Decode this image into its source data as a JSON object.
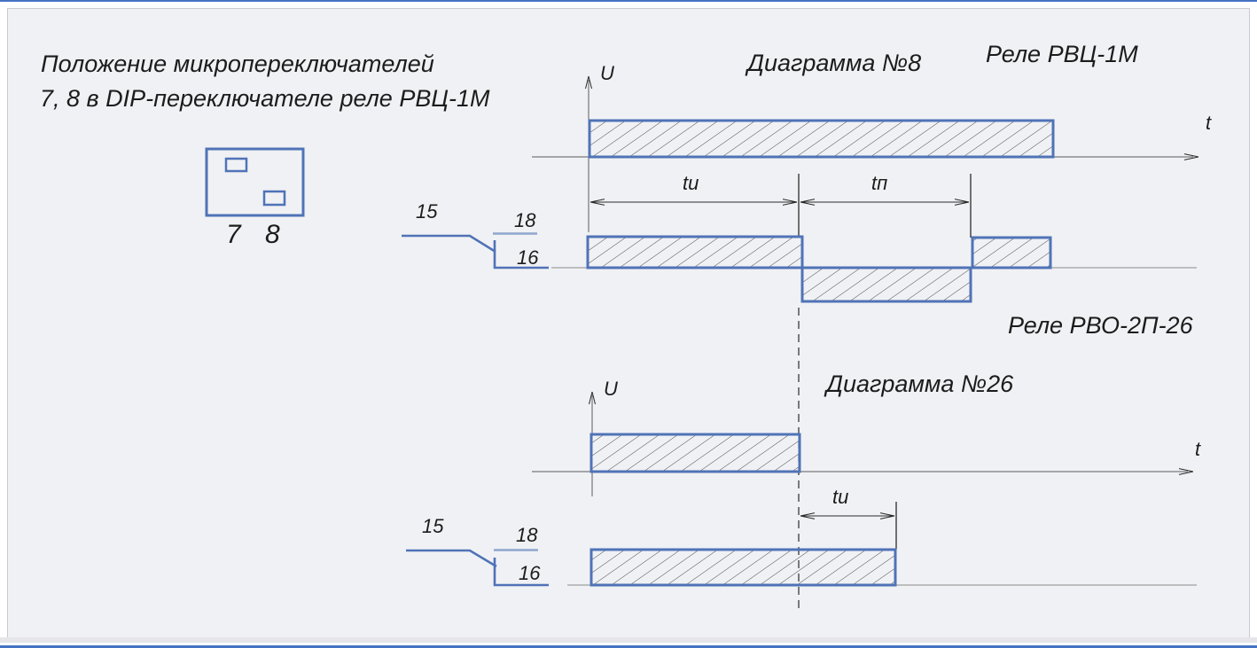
{
  "colors": {
    "accent_blue": "#4f73b7",
    "light_blue": "#8fa6cf",
    "canvas_bg": "#f0f1f4",
    "frame_blue": "#4573c4",
    "ink": "#1c1c1c"
  },
  "header": {
    "line1": "Положение микропереключателей",
    "line2": "7, 8  в DIP-переключателе реле РВЦ-1М"
  },
  "dip_switch": {
    "label_7": "7",
    "label_8": "8"
  },
  "diagram8": {
    "title": "Диаграмма №8",
    "relay": "Реле РВЦ-1М",
    "axis_u": "U",
    "axis_t": "t",
    "dim_impulse": "tи",
    "dim_pause": "tп",
    "contact_common": "15",
    "contact_nc": "18",
    "contact_no": "16"
  },
  "diagram26": {
    "title": "Диаграмма №26",
    "relay": "Реле РВО-2П-26",
    "axis_u": "U",
    "axis_t": "t",
    "dim_impulse": "tи",
    "contact_common": "15",
    "contact_nc": "18",
    "contact_no": "16"
  }
}
